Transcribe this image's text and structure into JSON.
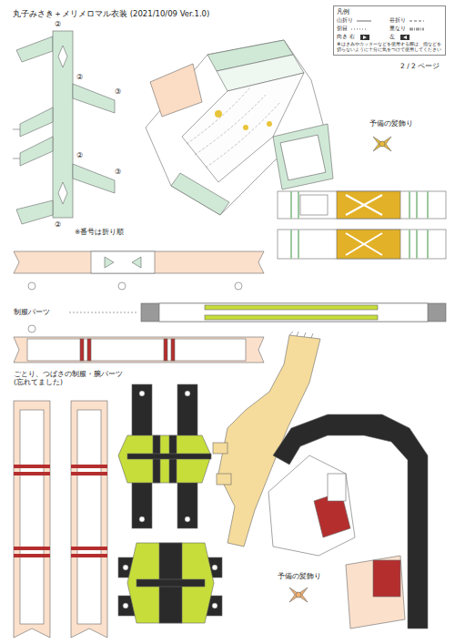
{
  "diagram": {
    "title": "丸子みさき＋メリメロマル衣装 (2021/10/09 Ver.1.0)",
    "labels": [
      "凡例",
      "※はさみやカッターなどを使用する際は、指などを切らないように十分に気をつけて使用してください",
      "2 / 2 ページ",
      "②",
      "②",
      "③",
      "②",
      "③",
      "②",
      "※番号は折り順",
      "予備の髪飾り",
      "制服パーツ",
      "ごとり、つばさの制服・腕パーツ (忘れてました)",
      "予備の髪飾り"
    ],
    "legend": [
      {
        "text": "山折り"
      },
      {
        "text": "谷折り"
      },
      {
        "text": "切目"
      },
      {
        "text": "重なり"
      },
      {
        "text": "向き 右"
      },
      {
        "text": "左"
      }
    ]
  }
}
